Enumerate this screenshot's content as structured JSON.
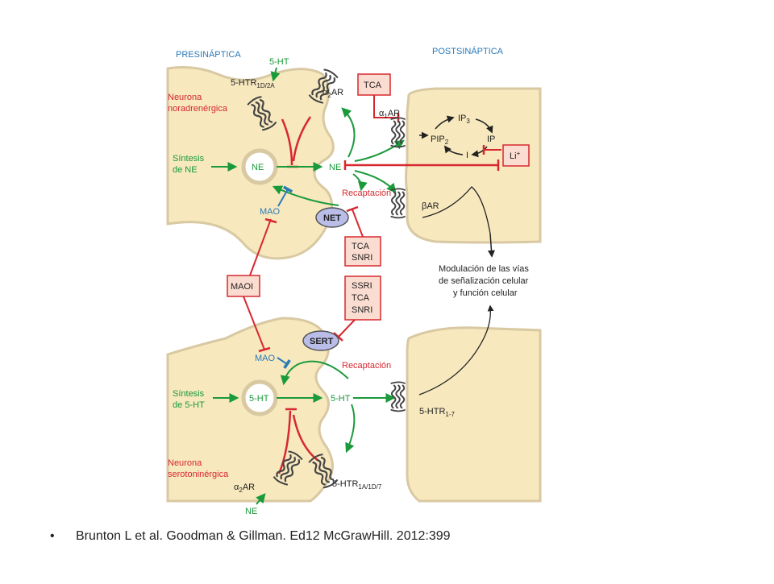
{
  "header": {
    "pre": "PRESINÁPTICA",
    "post": "POSTSINÁPTICA"
  },
  "top": {
    "five_ht_in": "5-HT",
    "five_htr": "5-HTR",
    "five_htr_sub": "1D/2A",
    "a2ar": "α",
    "a2ar_sub": "2",
    "a2ar_tail": "AR",
    "neurona_1": "Neurona",
    "neurona_2": "noradrenérgica",
    "sintesis_1": "Síntesis",
    "sintesis_2": "de NE",
    "ne_vesicle": "NE",
    "ne_cleft": "NE",
    "mao": "MAO",
    "net": "NET",
    "recaptacion": "Recaptación",
    "tca_top": "TCA",
    "a1ar": "α",
    "a1ar_sub": "1",
    "a1ar_tail": "AR",
    "ip3": "IP",
    "ip3_sub": "3",
    "pip2": "PIP",
    "pip2_sub": "2",
    "ip": "IP",
    "i": "I",
    "li": "Li",
    "li_sup": "+",
    "bar": "βAR",
    "tca_snri_1": "TCA",
    "tca_snri_2": "SNRI"
  },
  "middle": {
    "maoi": "MAOI",
    "modulacion_1": "Modulación de las vías",
    "modulacion_2": "de señalización celular",
    "modulacion_3": "y función celular",
    "ssri_1": "SSRI",
    "ssri_2": "TCA",
    "ssri_3": "SNRI"
  },
  "bottom": {
    "sert": "SERT",
    "mao": "MAO",
    "recaptacion": "Recaptación",
    "sintesis_1": "Síntesis",
    "sintesis_2": "de 5-HT",
    "five_ht_vesicle": "5-HT",
    "five_ht_cleft": "5-HT",
    "five_htr1": "5-HTR",
    "five_htr1_sub": "1-7",
    "neurona_1": "Neurona",
    "neurona_2": "serotoninérgica",
    "a2ar": "α",
    "a2ar_sub": "2",
    "a2ar_tail": "AR",
    "five_htr1a": "5-HTR",
    "five_htr1a_sub": "1A/1D/7",
    "ne_in": "NE"
  },
  "citation": "Brunton L et al. Goodman & Gillman. Ed12 McGrawHill. 2012:399",
  "colors": {
    "cell": "#f7e8be",
    "cell_border": "#d9c9a3",
    "green": "#1a9a3a",
    "red": "#d7282f",
    "blue": "#2a7ab8",
    "box": "#fbdcd0",
    "oval": "#b9bde8"
  }
}
